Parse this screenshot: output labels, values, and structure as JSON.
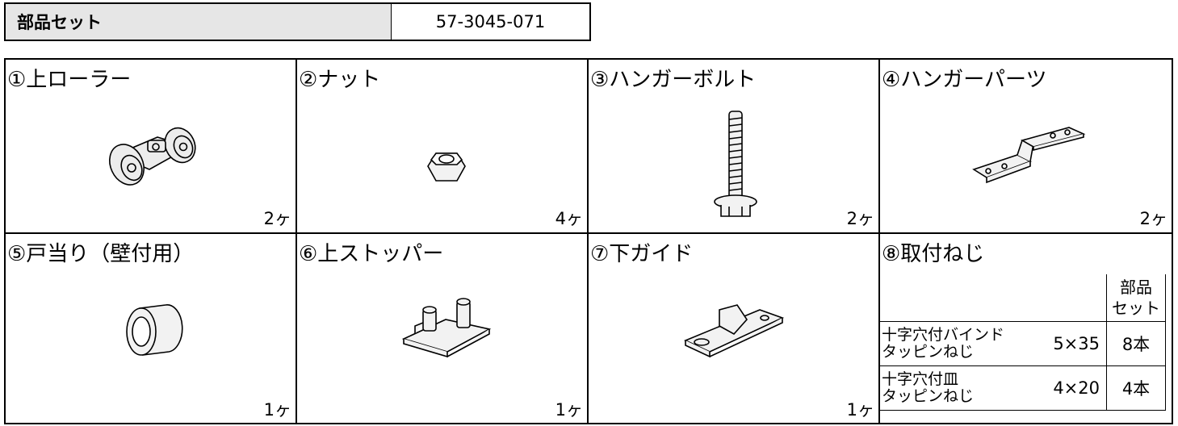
{
  "header": {
    "label": "部品セット",
    "code": "57-3045-071"
  },
  "parts": [
    {
      "title": "①上ローラー",
      "qty": "2ヶ"
    },
    {
      "title": "②ナット",
      "qty": "4ヶ"
    },
    {
      "title": "③ハンガーボルト",
      "qty": "2ヶ"
    },
    {
      "title": "④ハンガーパーツ",
      "qty": "2ヶ"
    },
    {
      "title": "⑤戸当り（壁付用）",
      "qty": "1ヶ"
    },
    {
      "title": "⑥上ストッパー",
      "qty": "1ヶ"
    },
    {
      "title": "⑦下ガイド",
      "qty": "1ヶ"
    },
    {
      "title": "⑧取付ねじ",
      "qty": ""
    }
  ],
  "screws": {
    "header_line1": "部品",
    "header_line2": "セット",
    "rows": [
      {
        "name_line1": "十字穴付バインド",
        "name_line2": "タッピンねじ",
        "size": "5×35",
        "count": "8本"
      },
      {
        "name_line1": "十字穴付皿",
        "name_line2": "タッピンねじ",
        "size": "4×20",
        "count": "4本"
      }
    ]
  }
}
